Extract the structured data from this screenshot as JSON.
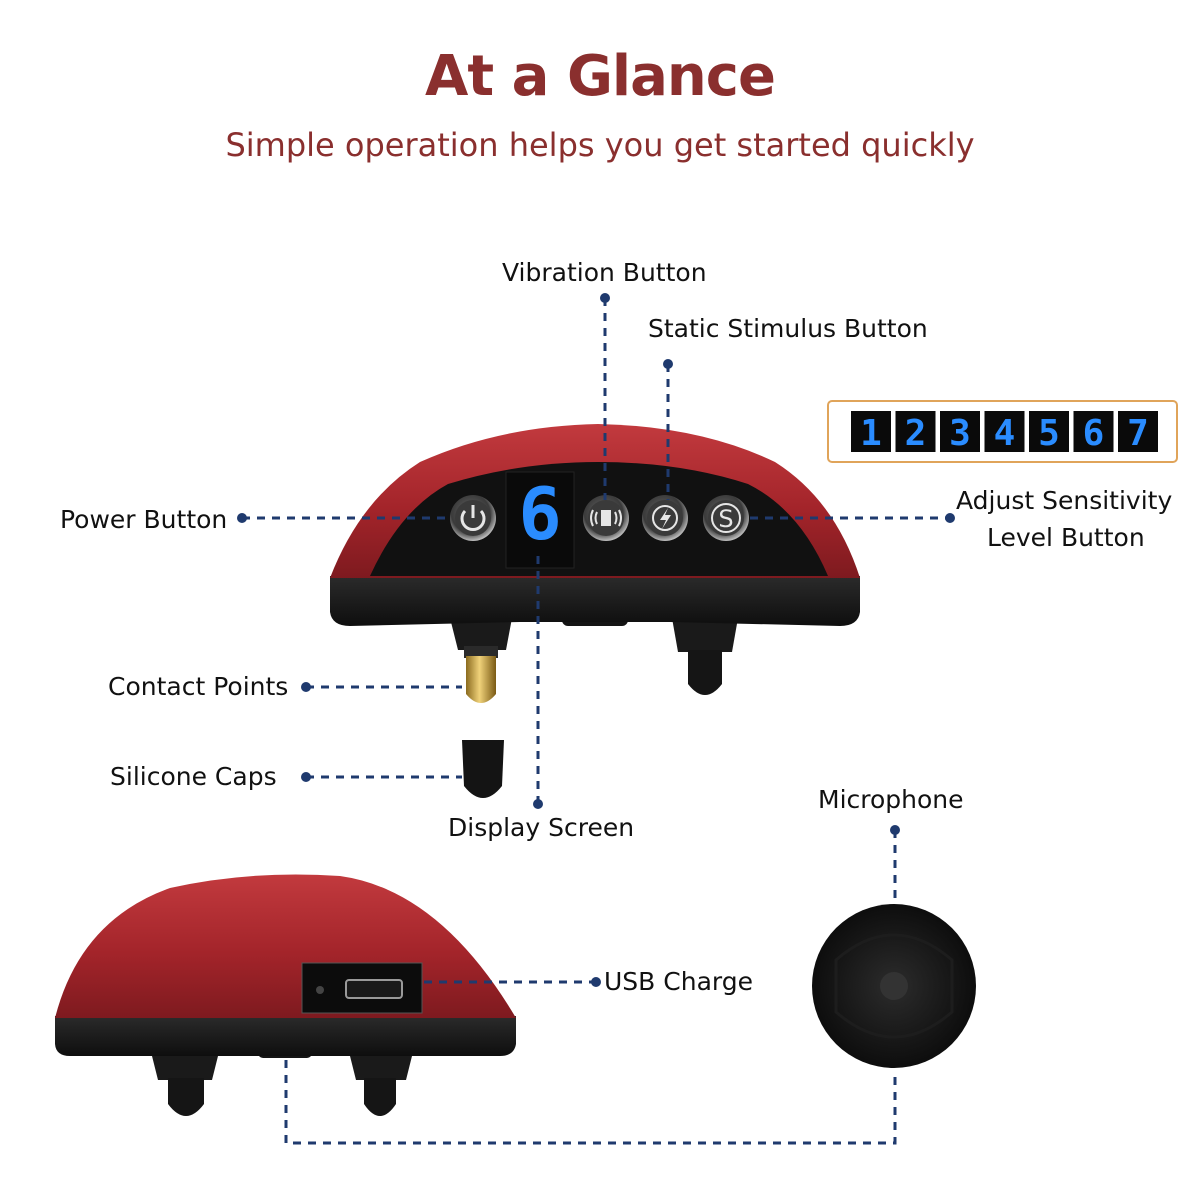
{
  "header": {
    "title": "At a Glance",
    "subtitle": "Simple operation helps you get started quickly"
  },
  "device": {
    "display_digit": "6",
    "sensitivity_levels": [
      "1",
      "2",
      "3",
      "4",
      "5",
      "6",
      "7"
    ]
  },
  "callouts": {
    "vibration_button": "Vibration Button",
    "static_stimulus_button": "Static Stimulus Button",
    "power_button": "Power Button",
    "adjust_sensitivity_line1": "Adjust Sensitivity",
    "adjust_sensitivity_line2": "Level Button",
    "contact_points": "Contact Points",
    "silicone_caps": "Silicone Caps",
    "display_screen": "Display Screen",
    "microphone": "Microphone",
    "usb_charge": "USB Charge"
  },
  "colors": {
    "accent": "#8a2f2e",
    "device_red": "#a3242a",
    "leader_line": "#1f3a6e",
    "lcd_digit": "#2a8cff",
    "strip_border": "#e0a45a"
  }
}
